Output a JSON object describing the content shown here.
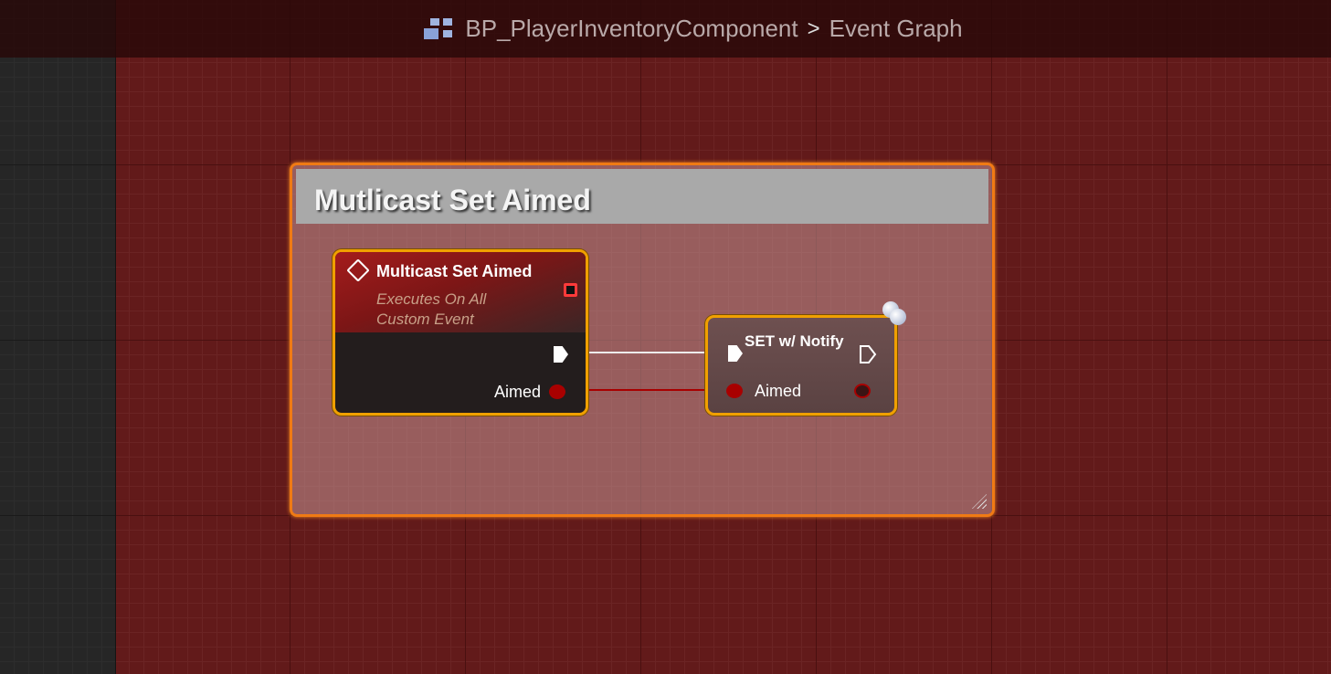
{
  "breadcrumb": {
    "blueprint": "BP_PlayerInventoryComponent",
    "separator": ">",
    "graph": "Event Graph"
  },
  "comment": {
    "title": "Mutlicast Set Aimed"
  },
  "event_node": {
    "title": "Multicast Set Aimed",
    "subtitle_line1": "Executes On All",
    "subtitle_line2": "Custom Event",
    "output_pin": "Aimed"
  },
  "set_node": {
    "title": "SET w/ Notify",
    "input_pin": "Aimed"
  },
  "colors": {
    "graph_bg": "#621a1a",
    "comment_border": "#f07a14",
    "node_border": "#f0a000",
    "bool_pin": "#a80000"
  }
}
